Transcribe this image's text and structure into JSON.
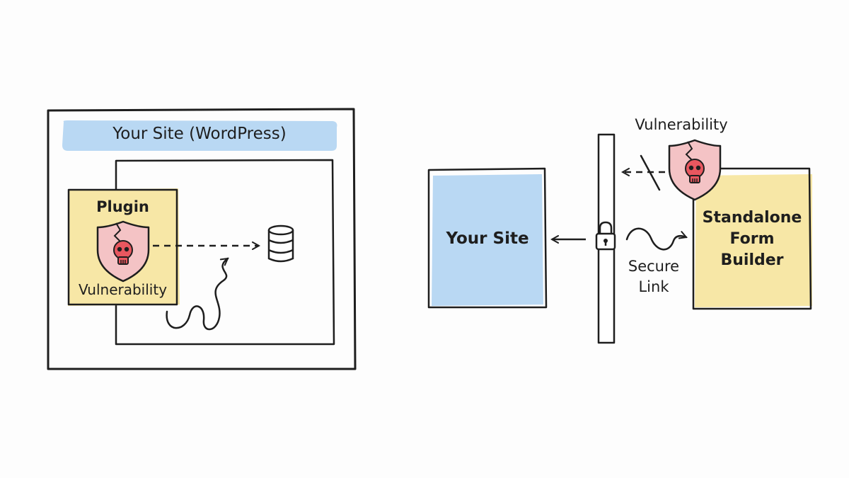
{
  "left_diagram": {
    "site_title": "Your Site (WordPress)",
    "plugin_label": "Plugin",
    "vulnerability_label": "Vulnerability"
  },
  "right_diagram": {
    "site_label": "Your Site",
    "vulnerability_label": "Vulnerability",
    "secure_link_line1": "Secure",
    "secure_link_line2": "Link",
    "form_builder_line1": "Standalone",
    "form_builder_line2": "Form",
    "form_builder_line3": "Builder"
  },
  "colors": {
    "blue_fill": "#b9d8f3",
    "yellow_fill": "#f7e7a6",
    "shield_fill": "#f4c3c5",
    "skull_fill": "#e8575f",
    "stroke": "#1e1e1e"
  },
  "icons": {
    "shield": "shield-skull-icon",
    "database": "database-icon",
    "lock": "padlock-icon"
  }
}
